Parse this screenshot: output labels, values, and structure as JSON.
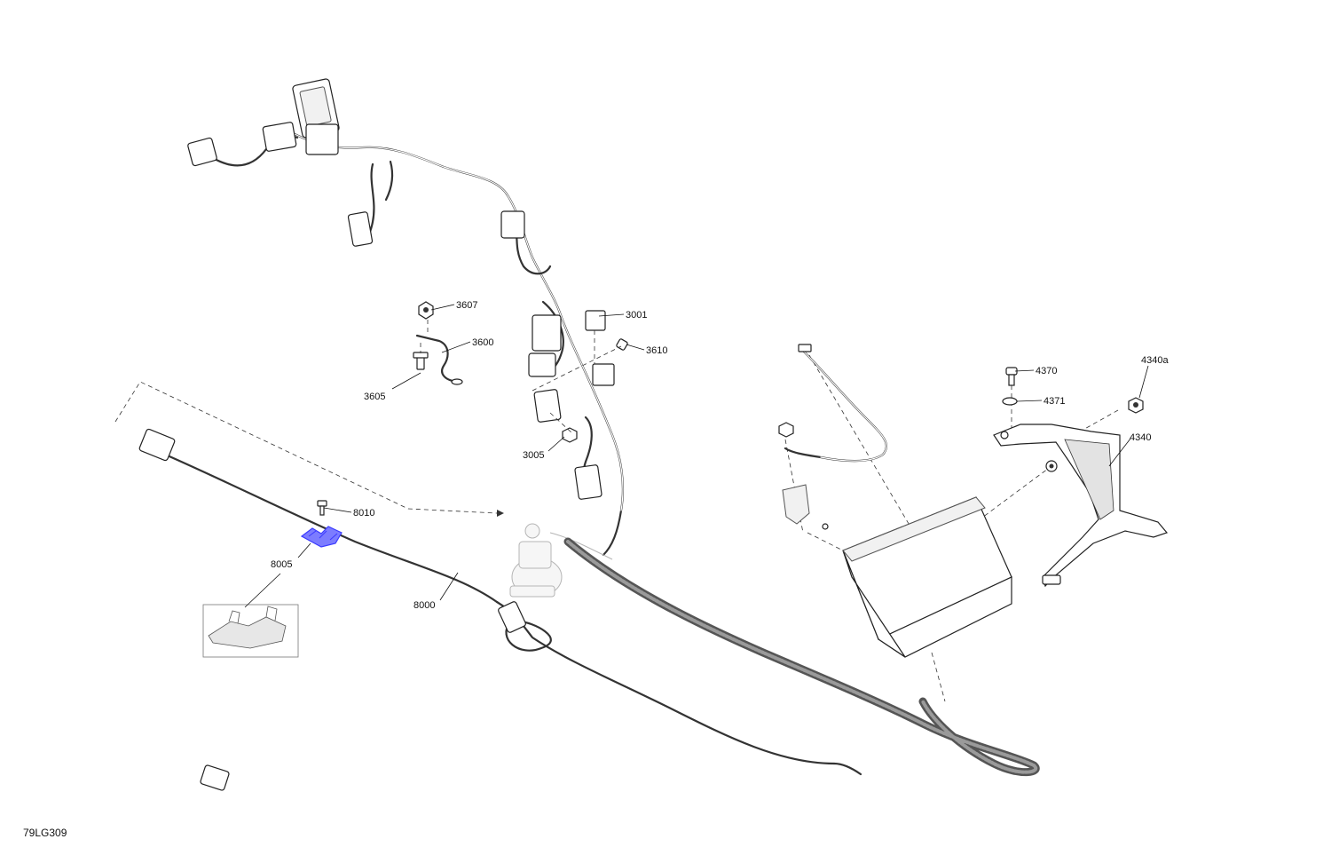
{
  "drawing": {
    "reference": "79LG309",
    "highlight_color": "#3b3bff"
  },
  "callouts": [
    {
      "id": "3607",
      "label": "3607"
    },
    {
      "id": "3001",
      "label": "3001"
    },
    {
      "id": "3600",
      "label": "3600"
    },
    {
      "id": "3610",
      "label": "3610"
    },
    {
      "id": "3605",
      "label": "3605"
    },
    {
      "id": "3005",
      "label": "3005"
    },
    {
      "id": "8010",
      "label": "8010"
    },
    {
      "id": "8005",
      "label": "8005"
    },
    {
      "id": "8000",
      "label": "8000"
    },
    {
      "id": "4370",
      "label": "4370"
    },
    {
      "id": "4340a",
      "label": "4340a"
    },
    {
      "id": "4371",
      "label": "4371"
    },
    {
      "id": "4340",
      "label": "4340"
    }
  ]
}
